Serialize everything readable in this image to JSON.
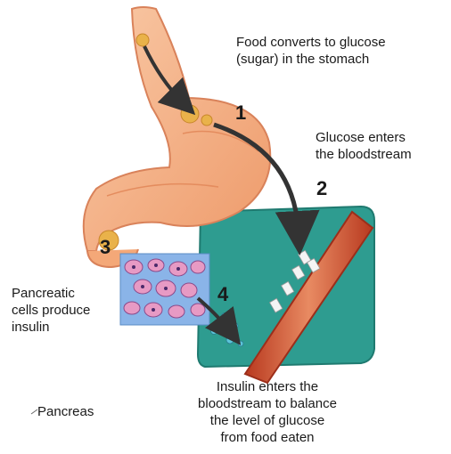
{
  "labels": {
    "step1": "Food converts to glucose\n(sugar) in the stomach",
    "step2": "Glucose enters\nthe bloodstream",
    "step3": "Pancreatic\ncells produce\ninsulin",
    "step4": "Insulin enters the\nbloodstream to balance\nthe level of glucose\nfrom food eaten",
    "pancreas": "Pancreas"
  },
  "numbers": {
    "n1": "1",
    "n2": "2",
    "n3": "3",
    "n4": "4"
  },
  "colors": {
    "stomach_fill": "#f4a878",
    "stomach_light": "#f9c9a6",
    "stomach_outline": "#d9825a",
    "panel_teal": "#2e9c90",
    "vessel_red": "#c9472e",
    "vessel_inner": "#e8805c",
    "cells_blue": "#8ab4e8",
    "cells_pink": "#e79ac4",
    "arrow": "#333333",
    "food": "#e9b24a"
  }
}
